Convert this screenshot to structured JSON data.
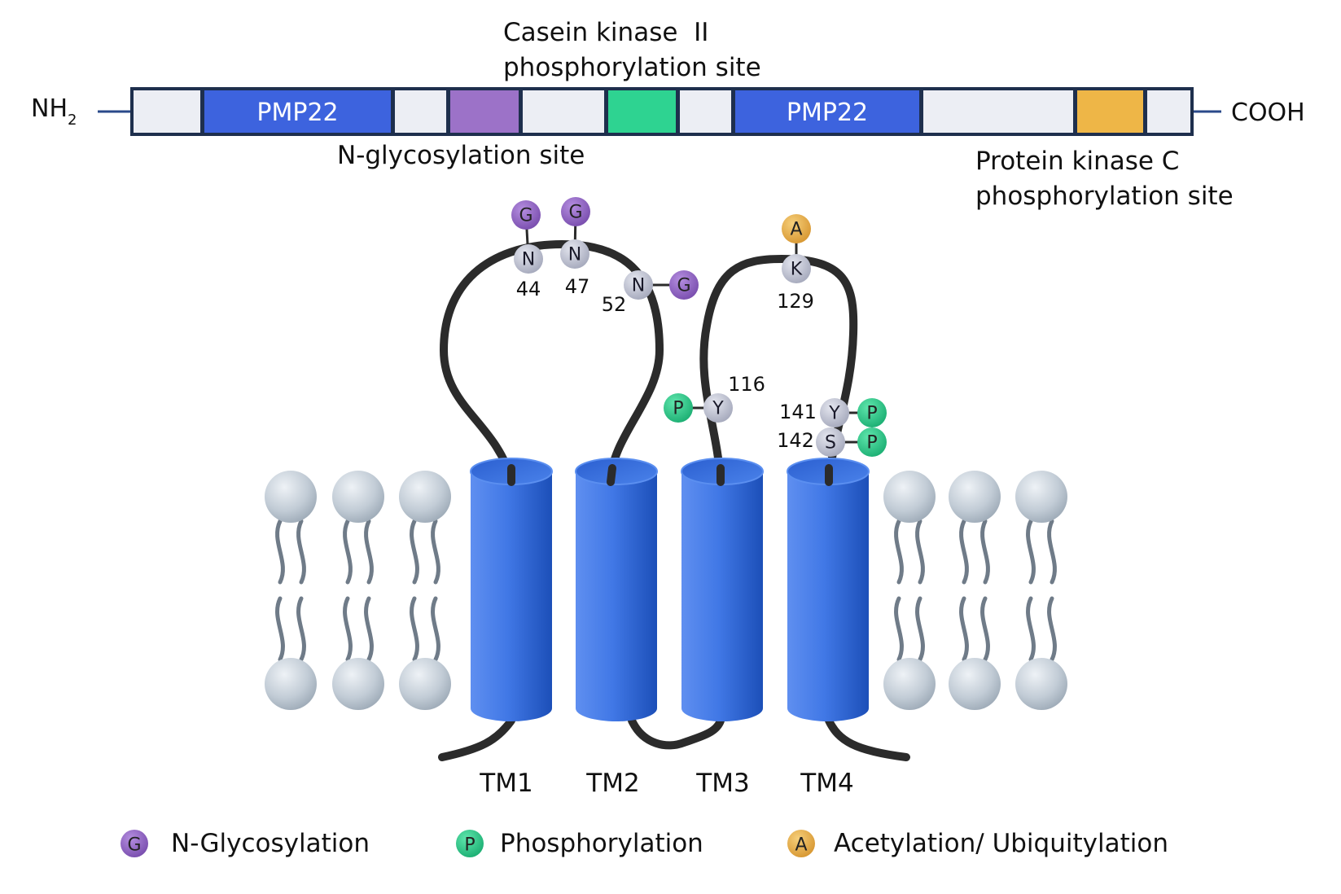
{
  "domain_map": {
    "n_terminus": "NH2",
    "c_terminus": "COOH",
    "segments": [
      {
        "label": "",
        "kind": "plain"
      },
      {
        "label": "PMP22",
        "kind": "pmp22"
      },
      {
        "label": "",
        "kind": "plain"
      },
      {
        "label": "",
        "kind": "n-glyco"
      },
      {
        "label": "",
        "kind": "plain"
      },
      {
        "label": "",
        "kind": "ck2"
      },
      {
        "label": "",
        "kind": "plain"
      },
      {
        "label": "PMP22",
        "kind": "pmp22"
      },
      {
        "label": "",
        "kind": "plain"
      },
      {
        "label": "",
        "kind": "pkc"
      },
      {
        "label": "",
        "kind": "plain"
      }
    ],
    "annotations": {
      "casein_line1": "Casein kinase  II",
      "casein_line2": "phosphorylation site",
      "n_glyco": "N-glycosylation site",
      "pkc_line1": "Protein kinase C",
      "pkc_line2": "phosphorylation site"
    }
  },
  "colors": {
    "plain": "#eceef4",
    "pmp22": "#3d63de",
    "n-glyco": "#9c72c8",
    "ck2": "#2ed391",
    "pkc": "#eeb647",
    "border": "#1e2f4d",
    "glyco_mod": "#8a5fba",
    "phospho_mod": "#1fbf7e",
    "acetyl_mod": "#e5a53a",
    "residue": "#b9bccb",
    "helix": "#3b76e0",
    "chain": "#2b2b2b",
    "lipid": "#c5ced8"
  },
  "residues": [
    {
      "letter": "N",
      "number": "44",
      "mod": "G",
      "mod_type": "glyco"
    },
    {
      "letter": "N",
      "number": "47",
      "mod": "G",
      "mod_type": "glyco"
    },
    {
      "letter": "N",
      "number": "52",
      "mod": "G",
      "mod_type": "glyco"
    },
    {
      "letter": "K",
      "number": "129",
      "mod": "A",
      "mod_type": "acetyl"
    },
    {
      "letter": "Y",
      "number": "116",
      "mod": "P",
      "mod_type": "phospho"
    },
    {
      "letter": "Y",
      "number": "141",
      "mod": "P",
      "mod_type": "phospho"
    },
    {
      "letter": "S",
      "number": "142",
      "mod": "P",
      "mod_type": "phospho"
    }
  ],
  "helices": [
    "TM1",
    "TM2",
    "TM3",
    "TM4"
  ],
  "legend": [
    {
      "symbol": "G",
      "label": "N-Glycosylation",
      "type": "glyco"
    },
    {
      "symbol": "P",
      "label": "Phosphorylation",
      "type": "phospho"
    },
    {
      "symbol": "A",
      "label": "Acetylation/ Ubiquitylation",
      "type": "acetyl"
    }
  ]
}
